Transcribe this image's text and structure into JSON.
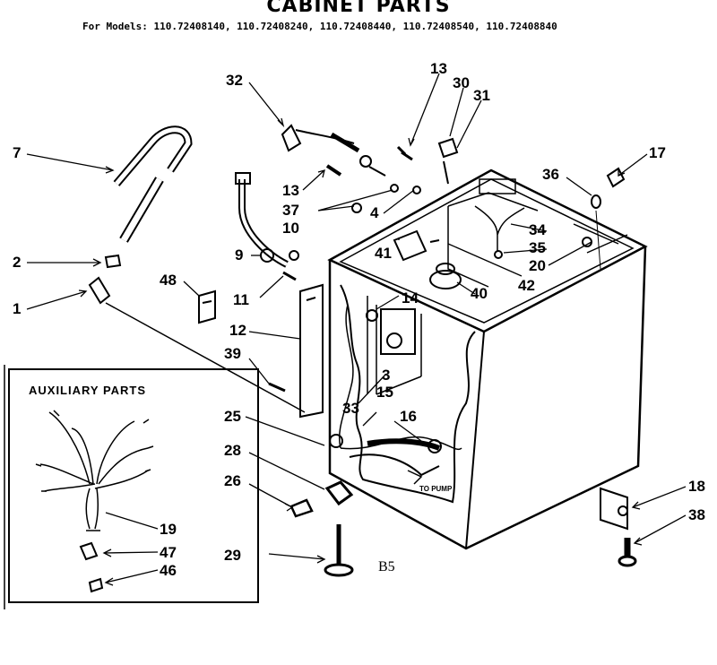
{
  "header": {
    "title": "CABINET PARTS",
    "models": "For Models: 110.72408140, 110.72408240, 110.72408440, 110.72408540, 110.72408840"
  },
  "auxiliary": {
    "title": "AUXILIARY PARTS"
  },
  "diagram_code": "B5",
  "pump_label": "TO PUMP",
  "callouts": [
    "32",
    "13",
    "30",
    "31",
    "7",
    "17",
    "36",
    "13",
    "37",
    "4",
    "34",
    "35",
    "10",
    "2",
    "20",
    "41",
    "48",
    "9",
    "42",
    "11",
    "14",
    "40",
    "1",
    "12",
    "39",
    "3",
    "15",
    "33",
    "16",
    "25",
    "28",
    "26",
    "18",
    "38",
    "29",
    "19",
    "47",
    "46"
  ]
}
